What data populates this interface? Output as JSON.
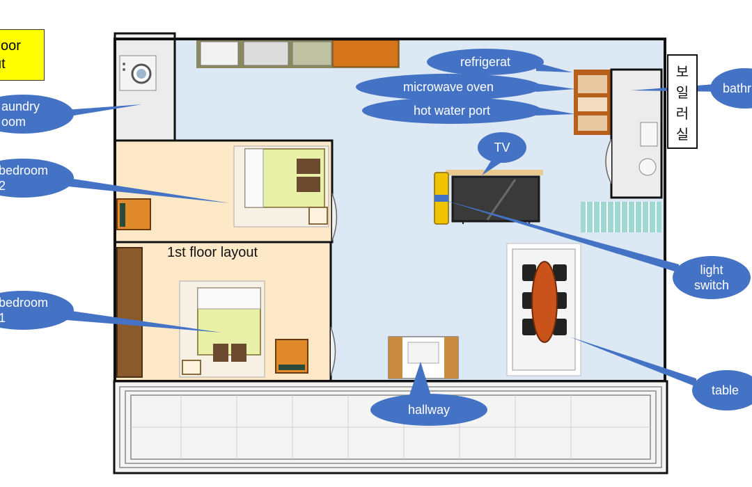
{
  "header": {
    "line1": "floor",
    "line2": "ut"
  },
  "layout_title": "1st floor layout",
  "bathroom_sign": [
    "보",
    "일",
    "러",
    "실"
  ],
  "labels": {
    "laundry_line1": "aundry",
    "laundry_line2": "oom",
    "bedroom2_line1": "bedroom",
    "bedroom2_line2": "2",
    "bedroom1_line1": "bedroom",
    "bedroom1_line2": "1",
    "refrigerator": "refrigerat",
    "microwave": "microwave oven",
    "hot_water": "hot water port",
    "tv": "TV",
    "bathroom": "bathr",
    "light_line1": "light",
    "light_line2": "switch",
    "table": "table",
    "hallway": "hallway"
  },
  "colors": {
    "bubble": "#4472c4",
    "living_floor": "#dde8f5",
    "bedroom_floor": "#fde9c8",
    "laundry_floor": "#ececec",
    "wall": "#111111",
    "header_fill": "#ffff00"
  }
}
